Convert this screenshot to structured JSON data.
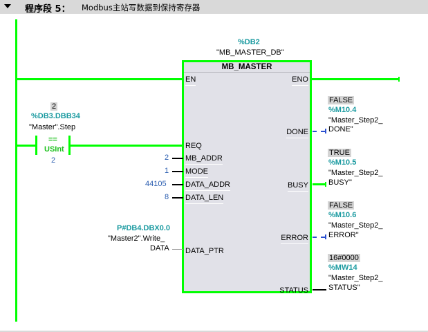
{
  "header": {
    "segment_label": "程序段 5：",
    "segment_title": "Modbus主站写数据到保持寄存器",
    "collapse_icon": "triangle-down-icon"
  },
  "block": {
    "instance_address": "%DB2",
    "instance_name": "\"MB_MASTER_DB\"",
    "type": "MB_MASTER",
    "pins_in": {
      "en": "EN",
      "req": "REQ",
      "mb_addr": "MB_ADDR",
      "mode": "MODE",
      "data_addr": "DATA_ADDR",
      "data_len": "DATA_LEN",
      "data_ptr": "DATA_PTR"
    },
    "pins_out": {
      "eno": "ENO",
      "done": "DONE",
      "busy": "BUSY",
      "error": "ERROR",
      "status": "STATUS"
    }
  },
  "compare": {
    "monitor_value": "2",
    "address": "%DB3.DBB34",
    "tag": "\"Master\".Step",
    "operator": "==",
    "datatype": "USInt",
    "constant": "2"
  },
  "inputs": {
    "mb_addr_value": "2",
    "mode_value": "1",
    "data_addr_value": "44105",
    "data_len_value": "8",
    "data_ptr_address": "P#DB4.DBX0.0",
    "data_ptr_tag_line1": "\"Master2\".Write_",
    "data_ptr_tag_line2": "DATA"
  },
  "outputs": {
    "done": {
      "monitor": "FALSE",
      "address": "%M10.4",
      "tag_line1": "\"Master_Step2_",
      "tag_line2": "DONE\""
    },
    "busy": {
      "monitor": "TRUE",
      "address": "%M10.5",
      "tag_line1": "\"Master_Step2_",
      "tag_line2": "BUSY\""
    },
    "error": {
      "monitor": "FALSE",
      "address": "%M10.6",
      "tag_line1": "\"Master_Step2_",
      "tag_line2": "ERROR\""
    },
    "status": {
      "monitor": "16#0000",
      "address": "%MW14",
      "tag_line1": "\"Master_Step2_",
      "tag_line2": "STATUS\""
    }
  },
  "colors": {
    "power_flow": "#00ff00",
    "address_teal": "#1a9aa0",
    "constant_blue": "#2a5db0",
    "false_signal_blue": "#2a4fd0"
  }
}
